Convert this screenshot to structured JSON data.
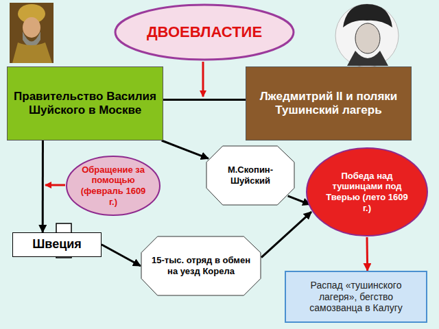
{
  "diagram": {
    "nodes": [
      {
        "text": [
          "ДВОЕВЛАСТИЕ"
        ]
      },
      {
        "text": [
          "Правительство Василия Шуйского в Москве"
        ]
      },
      {
        "text": [
          "Лжедмитрий II и поляки Тушинский лагерь"
        ]
      },
      {
        "text": [
          "Обращение за помощью (февраль 1609 г.)"
        ]
      },
      {
        "text": [
          "М.Скопин-Шуйский"
        ]
      },
      {
        "text": [
          "Победа над тушинцами под Тверью (лето 1609 г.)"
        ]
      },
      {
        "text": [
          "Швеция"
        ]
      },
      {
        "text": [
          "15-тыс. отряд в обмен на уезд Корела"
        ]
      },
      {
        "text": [
          "Распад «тушинского лагеря», бегство самозванца в Калугу"
        ]
      }
    ],
    "edges": [
      {
        "from": 1,
        "to": 2,
        "arrow": "none"
      },
      {
        "from": 1,
        "to": 4,
        "arrow": "to"
      },
      {
        "from": 1,
        "to": 6,
        "arrow": "to"
      },
      {
        "from": 6,
        "to": 7,
        "arrow": "to"
      },
      {
        "from": 4,
        "to": 5,
        "arrow": "to"
      },
      {
        "from": 7,
        "to": 5,
        "arrow": "to"
      },
      {
        "from": 5,
        "to": 8,
        "arrow": "to"
      }
    ]
  }
}
